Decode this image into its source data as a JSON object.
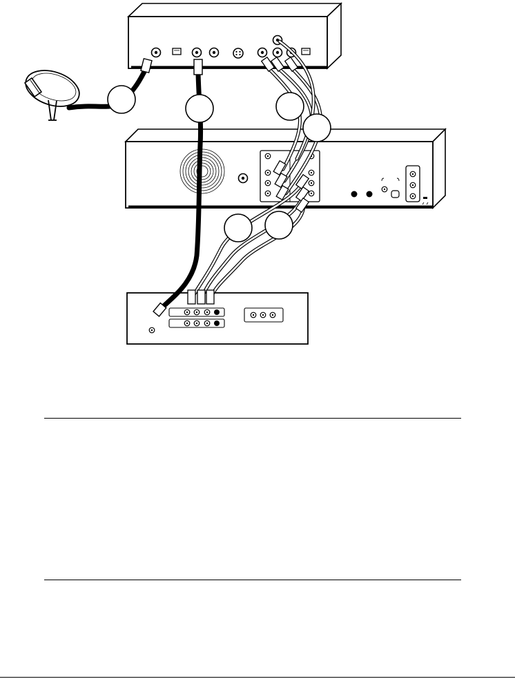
{
  "diagram": {
    "description_visible_text": [],
    "callouts": [
      {
        "id": 1
      },
      {
        "id": 2
      },
      {
        "id": 3
      },
      {
        "id": 4
      },
      {
        "id": 5
      },
      {
        "id": 6
      }
    ],
    "colors": {
      "line": "#000000",
      "background": "#ffffff",
      "cable_outline": "#999999"
    }
  }
}
